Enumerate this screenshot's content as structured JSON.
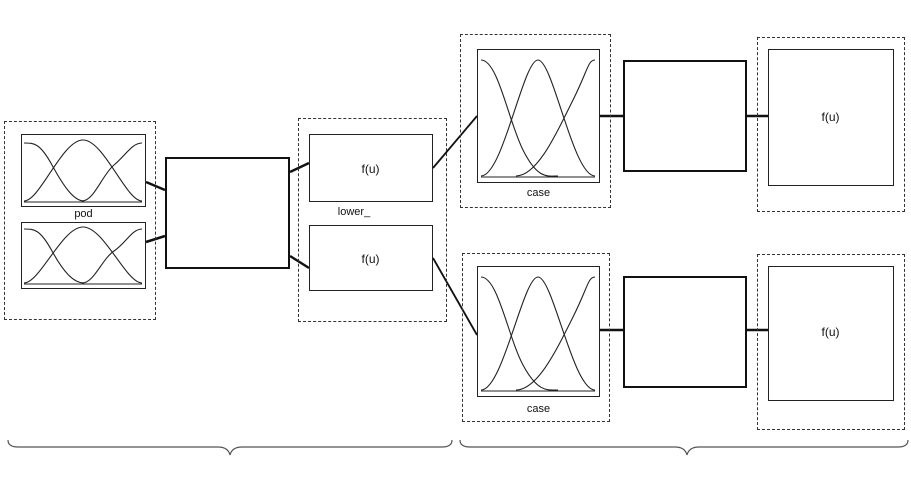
{
  "input_block": {
    "mf_labels": [
      "pod"
    ]
  },
  "middle_block": {
    "function_labels": [
      "f(u)",
      "f(u)"
    ],
    "caption_upper": "lower_"
  },
  "right_upper": {
    "mf_label": "case",
    "function_label": "f(u)"
  },
  "right_lower": {
    "mf_label": "case",
    "function_label": "f(u)"
  }
}
